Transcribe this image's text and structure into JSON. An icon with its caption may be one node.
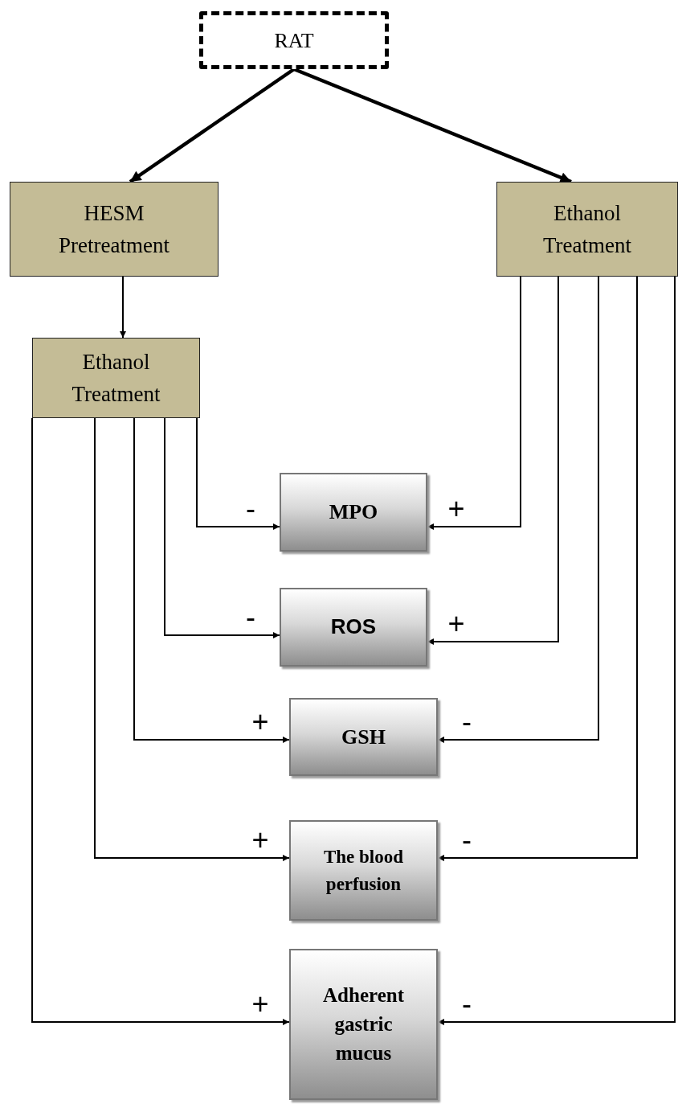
{
  "diagram": {
    "nodes": [
      {
        "text": [
          "RAT"
        ]
      },
      {
        "text": [
          "HESM Pretreatment"
        ]
      },
      {
        "text": [
          "Ethanol Treatment"
        ]
      },
      {
        "text": [
          "Ethanol Treatment"
        ]
      },
      {
        "text": [
          "MPO"
        ]
      },
      {
        "text": [
          "ROS"
        ]
      },
      {
        "text": [
          "GSH"
        ]
      },
      {
        "text": [
          "The blood perfusion"
        ]
      },
      {
        "text": [
          "Adherent gastric mucus"
        ]
      }
    ],
    "edges": [
      {
        "from": 0,
        "to": 1,
        "arrow": "to",
        "style": "thick"
      },
      {
        "from": 0,
        "to": 2,
        "arrow": "to",
        "style": "thick"
      },
      {
        "from": 1,
        "to": 3,
        "arrow": "to"
      },
      {
        "from": 3,
        "to": 4,
        "arrow": "to",
        "label": "-"
      },
      {
        "from": 3,
        "to": 5,
        "arrow": "to",
        "label": "-"
      },
      {
        "from": 3,
        "to": 6,
        "arrow": "to",
        "label": "+"
      },
      {
        "from": 3,
        "to": 7,
        "arrow": "to",
        "label": "+"
      },
      {
        "from": 3,
        "to": 8,
        "arrow": "to",
        "label": "+"
      },
      {
        "from": 2,
        "to": 4,
        "arrow": "to",
        "label": "+"
      },
      {
        "from": 2,
        "to": 5,
        "arrow": "to",
        "label": "+"
      },
      {
        "from": 2,
        "to": 6,
        "arrow": "to",
        "label": "-"
      },
      {
        "from": 2,
        "to": 7,
        "arrow": "to",
        "label": "-"
      },
      {
        "from": 2,
        "to": 8,
        "arrow": "to",
        "label": "-"
      }
    ]
  }
}
